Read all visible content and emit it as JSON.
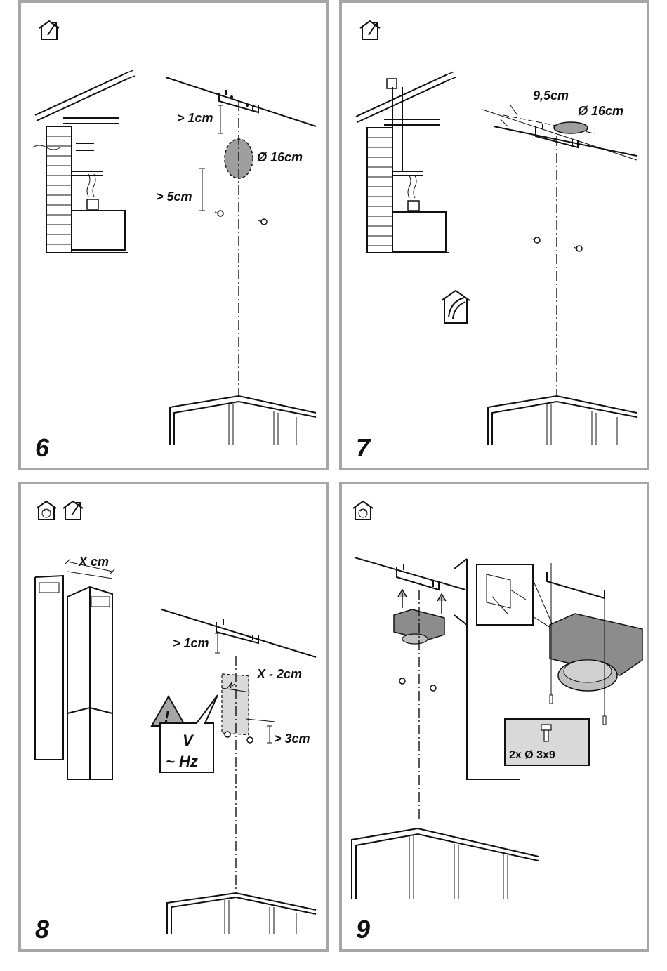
{
  "panels": [
    {
      "step": "6",
      "labels": {
        "gap_top": "> 1cm",
        "diameter": "Ø 16cm",
        "gap_bottom": "> 5cm"
      }
    },
    {
      "step": "7",
      "labels": {
        "offset": "9,5cm",
        "diameter": "Ø 16cm"
      }
    },
    {
      "step": "8",
      "labels": {
        "width": "X cm",
        "gap_top": "> 1cm",
        "zone_width": "X - 2cm",
        "gap_side": "> 3cm",
        "voltage": "V",
        "frequency": "~ Hz",
        "warning": "!"
      }
    },
    {
      "step": "9",
      "labels": {
        "screw_spec": "2x Ø 3x9"
      }
    }
  ],
  "icons": {
    "p6": [
      "house-exhaust-icon"
    ],
    "p7": [
      "house-exhaust-icon",
      "house-duct-icon"
    ],
    "p8": [
      "house-recirculation-icon",
      "house-exhaust-icon"
    ],
    "p9": [
      "house-recirculation-icon"
    ]
  }
}
